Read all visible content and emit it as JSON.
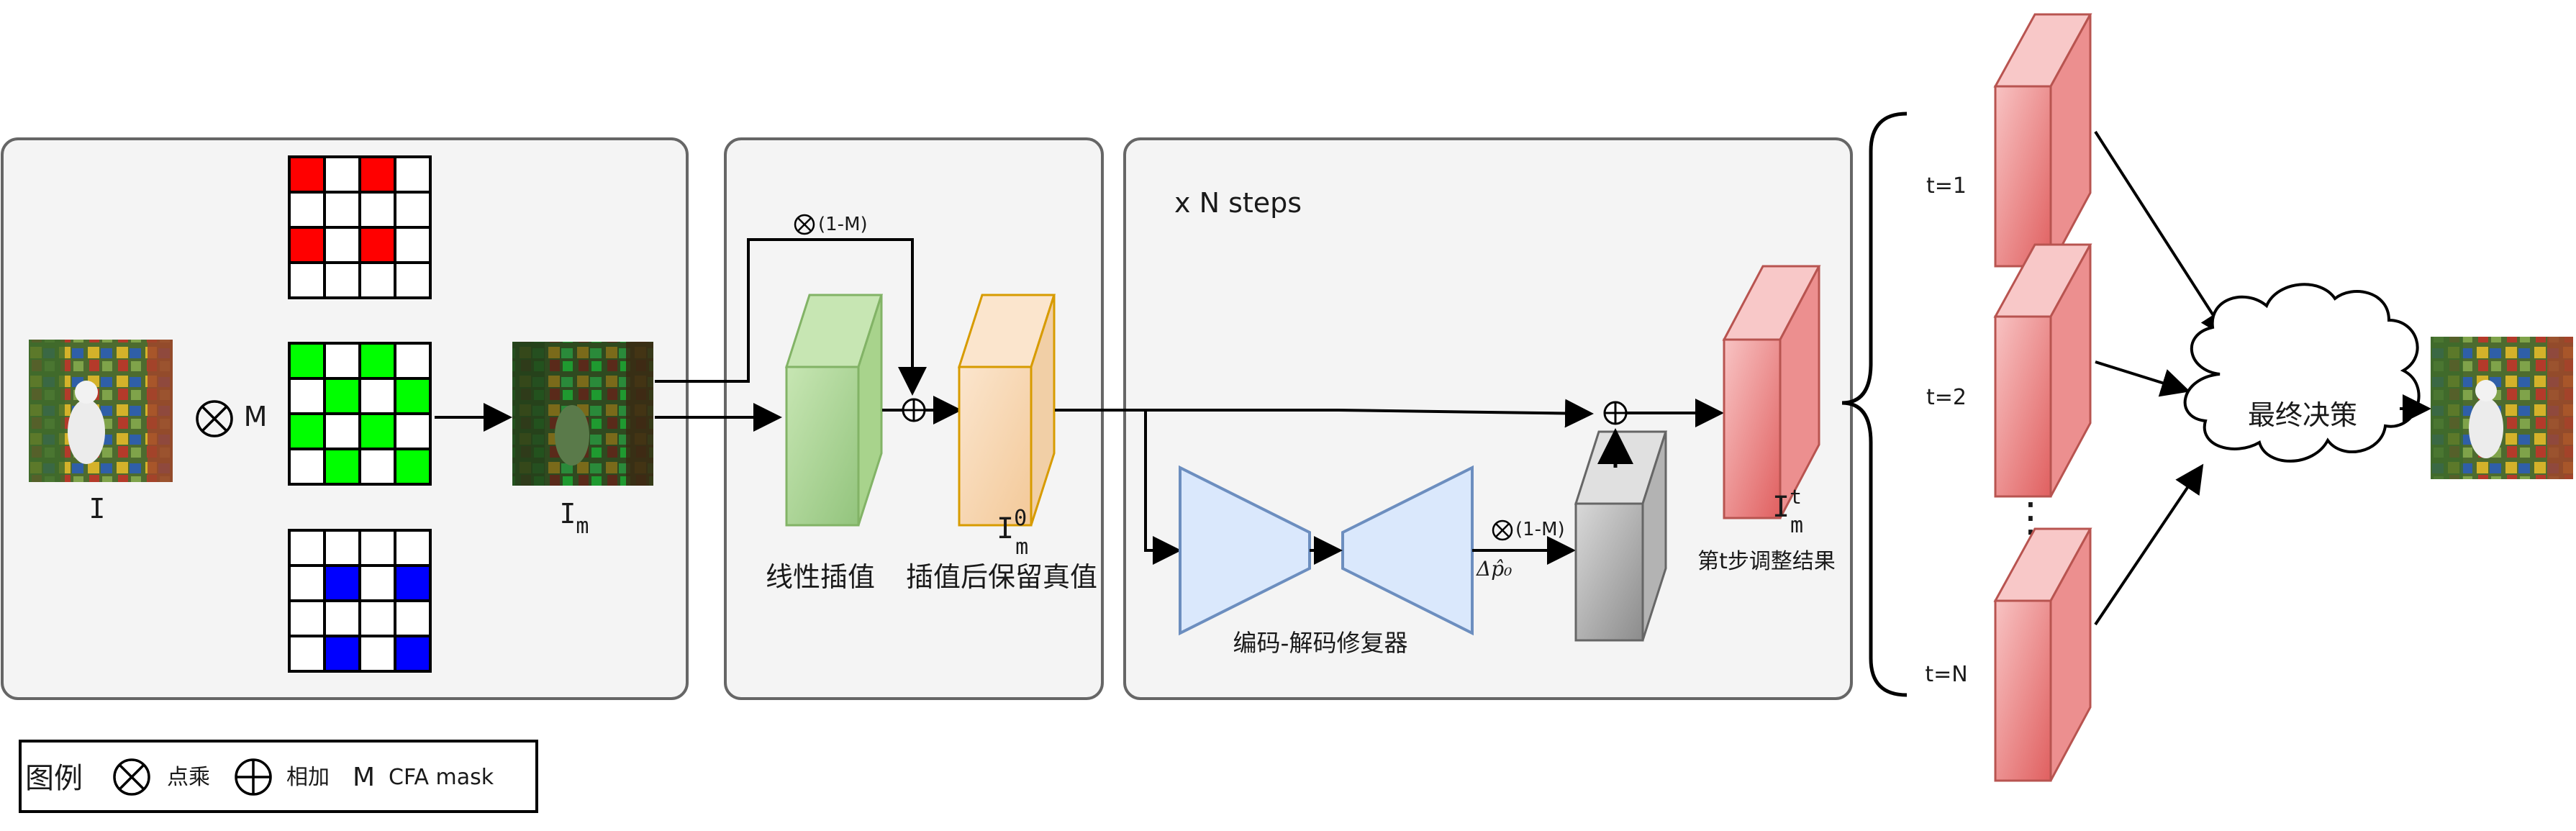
{
  "colors": {
    "panel_fill": "#f4f4f4",
    "panel_stroke": "#666666",
    "red_cell": "#ff0000",
    "green_cell": "#00ff00",
    "blue_cell": "#0000ff",
    "green_block": "#a9d38e",
    "orange_block": "#f5d7b4",
    "red_block": "#f08080",
    "encoder_fill": "#dae8fc",
    "encoder_stroke": "#6c8ebf",
    "gray_block": "#a6a6a6"
  },
  "panel1": {
    "input_label": "I",
    "mask_label": "M",
    "masked_label": "I",
    "masked_sub": "m"
  },
  "panel2": {
    "mask_op": "(1-M)",
    "linear_interp_label": "线性插值",
    "keep_true_label": "插值后保留真值",
    "i0_main": "I",
    "i0_sup": "0",
    "i0_sub": "m"
  },
  "panel3": {
    "title": "x N steps",
    "encoder_label": "编码-解码修复器",
    "mask_op": "(1-M)",
    "delta_label": "Δp̂₀",
    "result_label": "第t步调整结果",
    "it_main": "I",
    "it_sup": "t",
    "it_sub": "m"
  },
  "outputs": {
    "t_labels": [
      "t=1",
      "t=2",
      "t=N"
    ],
    "ellipsis": "⋮",
    "decision_label": "最终决策"
  },
  "legend": {
    "title": "图例",
    "multiply_label": "点乘",
    "add_label": "相加",
    "mask_symbol": "M",
    "mask_label": "CFA mask"
  }
}
